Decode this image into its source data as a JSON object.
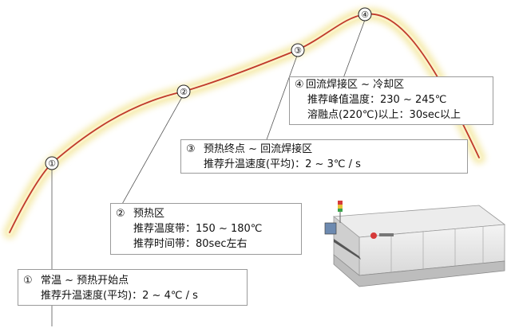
{
  "colors": {
    "curve": "#c0392b",
    "glow": "#f4e9a6",
    "leader": "#555555",
    "box_border": "#9a9a9a"
  },
  "markers": [
    "①",
    "②",
    "③",
    "④"
  ],
  "callouts": {
    "stage1": {
      "marker": "①",
      "title": "常温 ~ 预热开始点",
      "line1": "推荐升温速度(平均)：2 ~ 4℃ / s"
    },
    "stage2": {
      "marker": "②",
      "title": "预热区",
      "line1": "推荐温度带：150 ~ 180℃",
      "line2": "推荐时间带：80sec左右"
    },
    "stage3": {
      "marker": "③",
      "title": "预热终点 ~ 回流焊接区",
      "line1": "推荐升温速度(平均)：2 ~ 3℃ / s"
    },
    "stage4": {
      "marker": "④",
      "title": "回流焊接区 ~ 冷却区",
      "line1": "推荐峰值温度：230 ~ 245℃",
      "line2": "溶融点(220℃)以上：30sec以上"
    }
  },
  "machine": {
    "brand_icon": "logo-icon"
  }
}
